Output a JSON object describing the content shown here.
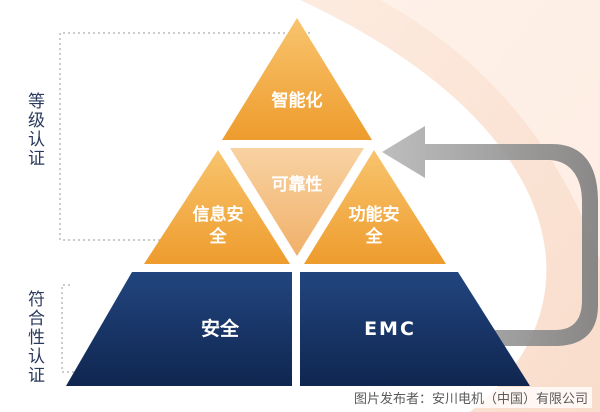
{
  "left_labels": {
    "upper": "等级认证",
    "lower": "符合性认证"
  },
  "pyramid": {
    "top": "智能化",
    "center": "可靠性",
    "left": "信息安全",
    "right": "功能安全",
    "bottom_left": "安全",
    "bottom_right": "EMC"
  },
  "caption": "图片发布者：安川电机（中国）有限公司",
  "colors": {
    "orange": "#f0a63a",
    "orange_light": "#f6be6c",
    "center_fill": "#f5c286",
    "navy": "#1c3a70",
    "navy_dark": "#102650",
    "arrow_gray": "#9a9a9a",
    "background_swoosh": "#fbe3d3"
  }
}
